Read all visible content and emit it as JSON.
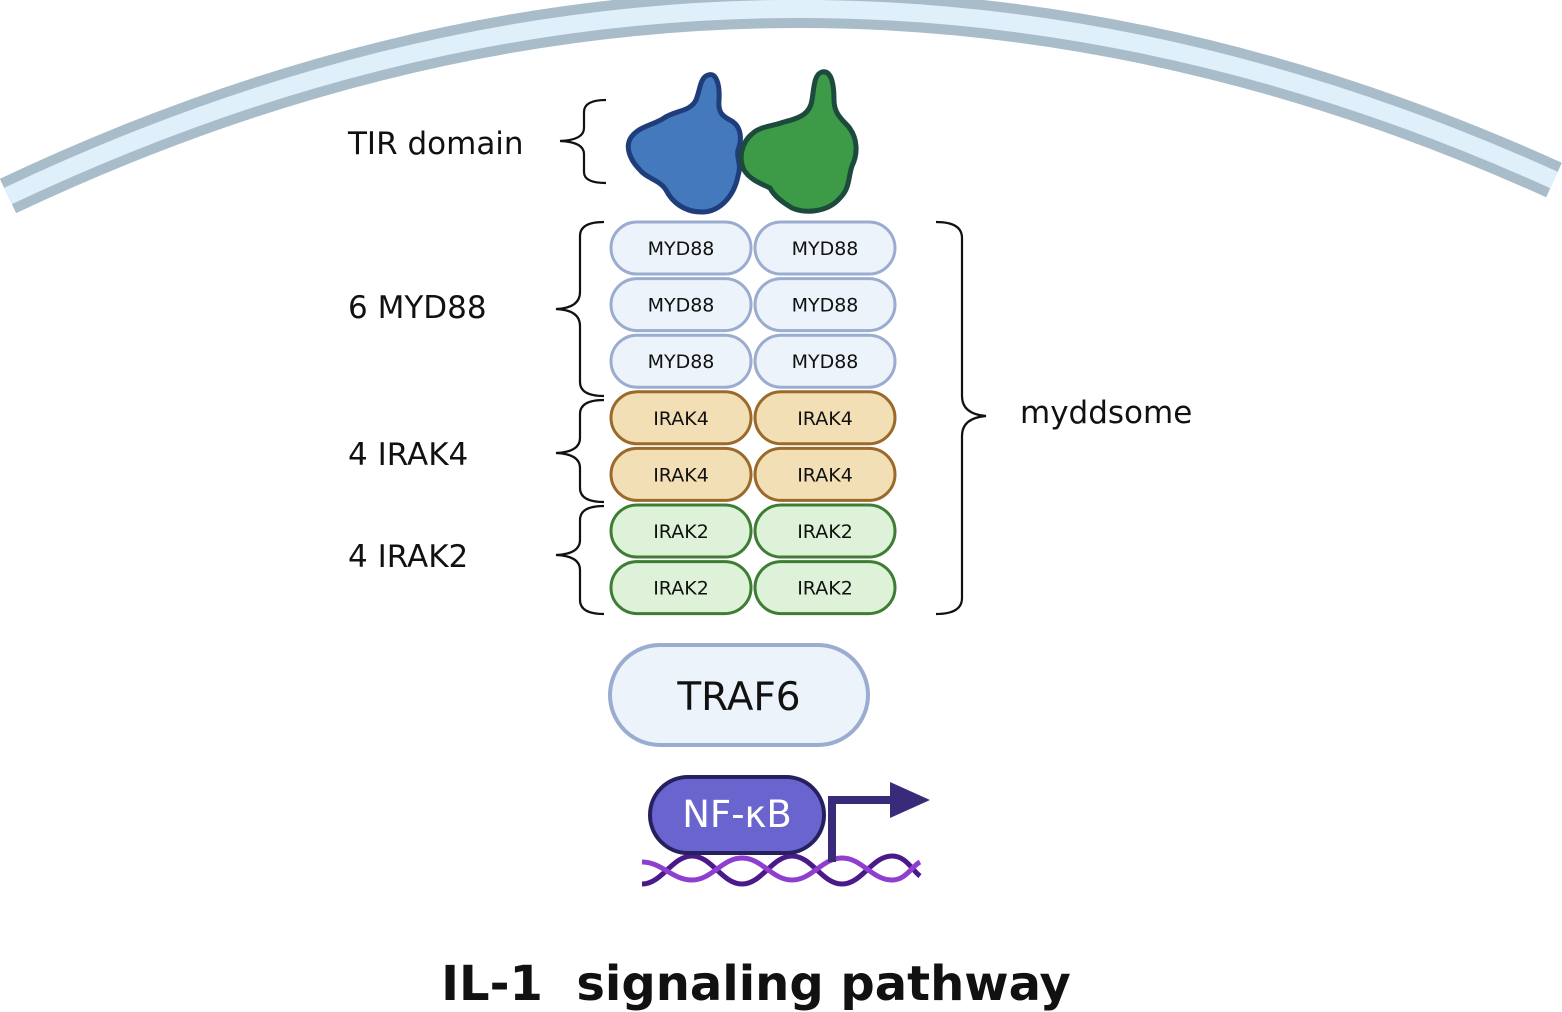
{
  "title": "IL-1  signaling pathway",
  "labels": {
    "tir_domain": "TIR domain",
    "myd88_group": "6 MYD88",
    "irak4_group": "4 IRAK4",
    "irak2_group": "4 IRAK2",
    "myddsome": "myddsome"
  },
  "myd88": [
    "MYD88",
    "MYD88",
    "MYD88",
    "MYD88",
    "MYD88",
    "MYD88"
  ],
  "irak4": [
    "IRAK4",
    "IRAK4",
    "IRAK4",
    "IRAK4"
  ],
  "irak2": [
    "IRAK2",
    "IRAK2",
    "IRAK2",
    "IRAK2"
  ],
  "traf6": "TRAF6",
  "nfkb": "NF-κB",
  "colors": {
    "membrane_outer": "#a9bcc9",
    "membrane_inner": "#dff0fb",
    "tir_blue": "#4479be",
    "tir_blue_edge": "#1e3d7a",
    "tir_green": "#3d9a46",
    "tir_green_edge": "#1c4a3c",
    "myd88_fill": "#ecf3fb",
    "myd88_edge": "#9aacd0",
    "irak4_fill": "#f2dfb6",
    "irak4_edge": "#9b6a2a",
    "irak2_fill": "#ddf2d8",
    "irak2_edge": "#3f7d34",
    "traf6_fill": "#ecf3fb",
    "traf6_edge": "#9aacd0",
    "nfkb_fill": "#6a64cf",
    "nfkb_edge": "#26215e",
    "arrow": "#3a2a7a",
    "dna_a": "#4b1a8a",
    "dna_b": "#8e3fd0"
  }
}
